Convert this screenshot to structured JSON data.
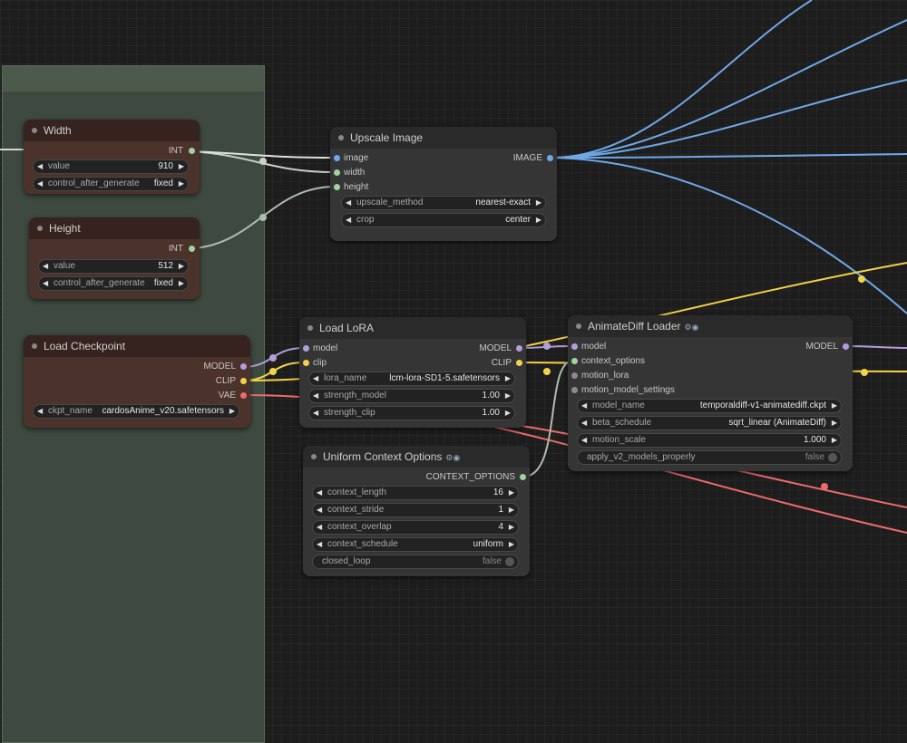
{
  "colors": {
    "image": "#6fa8e8",
    "int": "#b6c6b6",
    "model": "#b39ddb",
    "clip": "#f2d24a",
    "vae": "#ee6b6b",
    "context": "#9fd49f",
    "gray": "#8c8c8c"
  },
  "nodes": {
    "width": {
      "title": "Width",
      "output": "INT",
      "widgets": [
        {
          "label": "value",
          "value": "910"
        },
        {
          "label": "control_after_generate",
          "value": "fixed"
        }
      ]
    },
    "height": {
      "title": "Height",
      "output": "INT",
      "widgets": [
        {
          "label": "value",
          "value": "512"
        },
        {
          "label": "control_after_generate",
          "value": "fixed"
        }
      ]
    },
    "upscale": {
      "title": "Upscale Image",
      "inputs": [
        "image",
        "width",
        "height"
      ],
      "output": "IMAGE",
      "widgets": [
        {
          "label": "upscale_method",
          "value": "nearest-exact"
        },
        {
          "label": "crop",
          "value": "center"
        }
      ]
    },
    "checkpoint": {
      "title": "Load Checkpoint",
      "outputs": [
        "MODEL",
        "CLIP",
        "VAE"
      ],
      "widgets": [
        {
          "label": "ckpt_name",
          "value": "cardosAnime_v20.safetensors"
        }
      ]
    },
    "lora": {
      "title": "Load LoRA",
      "inputs": [
        "model",
        "clip"
      ],
      "outputs": [
        "MODEL",
        "CLIP"
      ],
      "widgets": [
        {
          "label": "lora_name",
          "value": "lcm-lora-SD1-5.safetensors"
        },
        {
          "label": "strength_model",
          "value": "1.00"
        },
        {
          "label": "strength_clip",
          "value": "1.00"
        }
      ]
    },
    "animatediff": {
      "title": "AnimateDiff Loader",
      "inputs": [
        "model",
        "context_options",
        "motion_lora",
        "motion_model_settings"
      ],
      "output": "MODEL",
      "widgets": [
        {
          "label": "model_name",
          "value": "temporaldiff-v1-animatediff.ckpt"
        },
        {
          "label": "beta_schedule",
          "value": "sqrt_linear (AnimateDiff)"
        },
        {
          "label": "motion_scale",
          "value": "1.000"
        }
      ],
      "toggle": {
        "label": "apply_v2_models_properly",
        "value": "false"
      }
    },
    "context": {
      "title": "Uniform Context Options",
      "output": "CONTEXT_OPTIONS",
      "widgets": [
        {
          "label": "context_length",
          "value": "16"
        },
        {
          "label": "context_stride",
          "value": "1"
        },
        {
          "label": "context_overlap",
          "value": "4"
        },
        {
          "label": "context_schedule",
          "value": "uniform"
        }
      ],
      "toggle": {
        "label": "closed_loop",
        "value": "false"
      }
    }
  }
}
